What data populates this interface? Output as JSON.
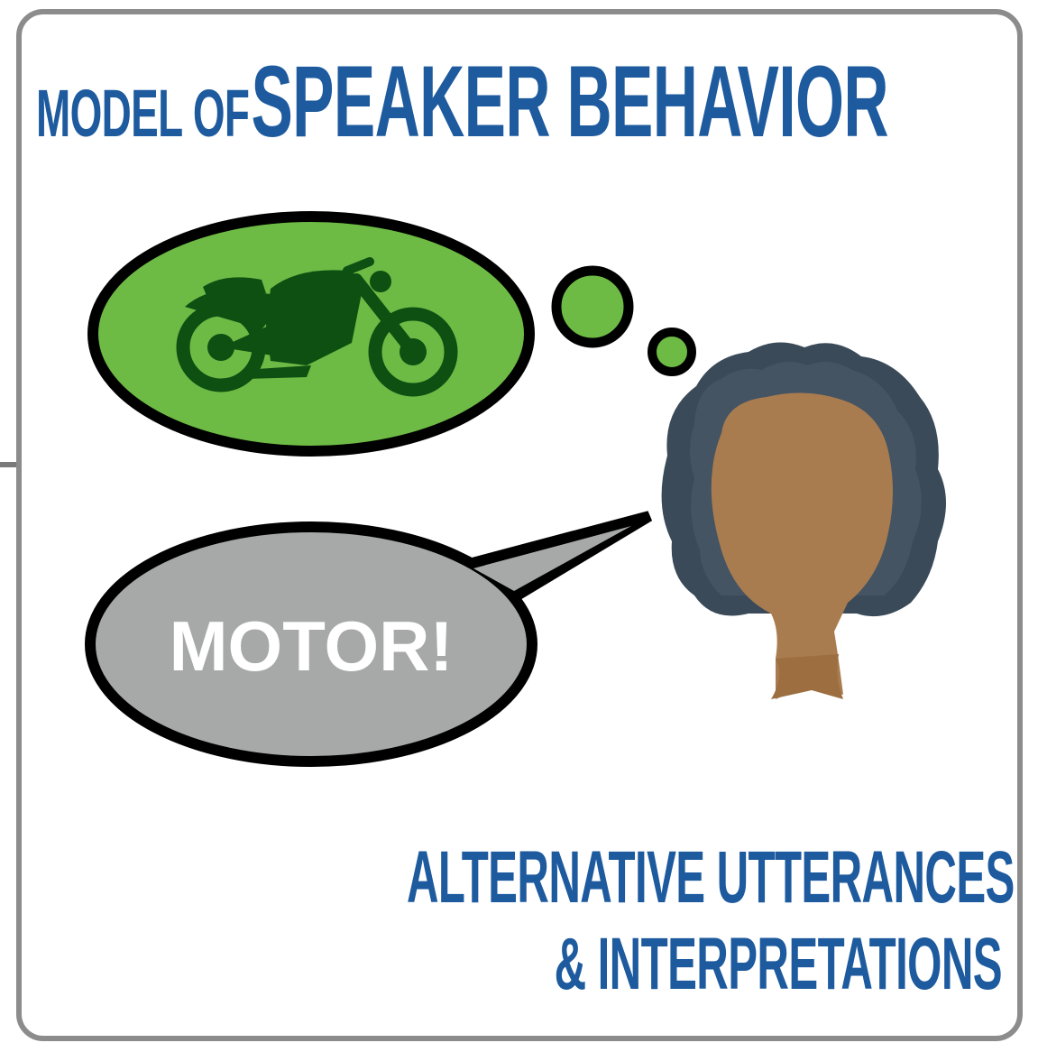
{
  "title": {
    "prefix": "MODEL OF",
    "main": "SPEAKER BEHAVIOR"
  },
  "speech_bubble": {
    "text": "MOTOR!"
  },
  "footer": {
    "line1": "ALTERNATIVE UTTERANCES",
    "line2": "& INTERPRETATIONS"
  },
  "icons": {
    "thought": "motorcycle-icon",
    "speaker": "person-head-icon"
  },
  "colors": {
    "title": "#1d5a9e",
    "thought_bubble": "#6dbb45",
    "motorcycle": "#0e4f12",
    "speech_bubble": "#a7a9a9",
    "hair": "#3a4a58",
    "face": "#a97c4f"
  }
}
